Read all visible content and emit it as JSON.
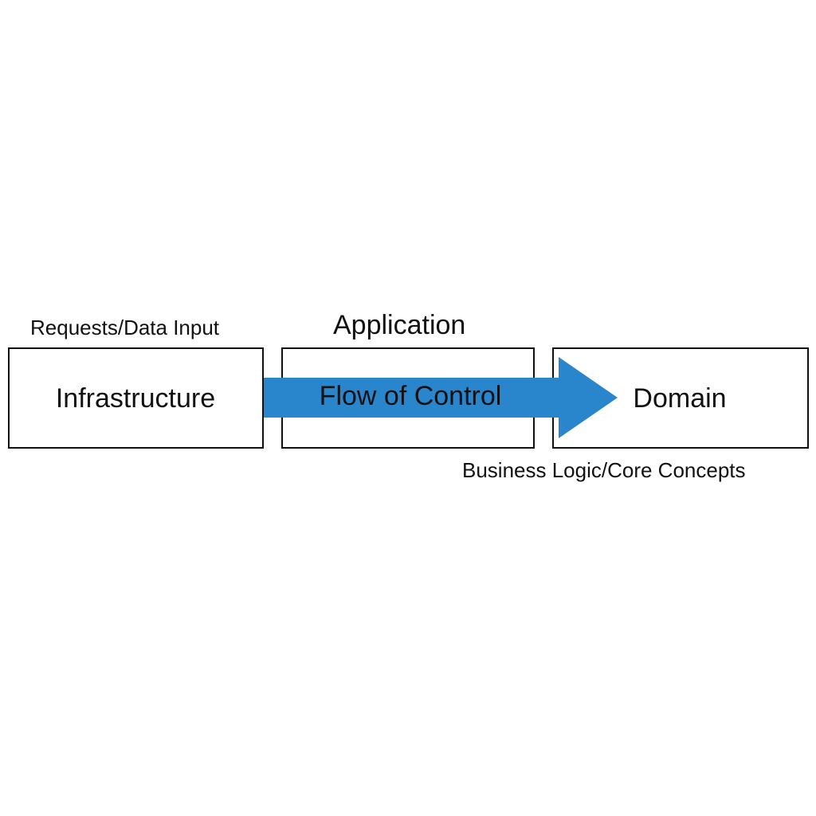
{
  "diagram": {
    "layers": [
      {
        "name": "Infrastructure",
        "caption": "Requests/Data Input"
      },
      {
        "name": "",
        "caption": "Application"
      },
      {
        "name": "Domain",
        "caption": "Business Logic/Core Concepts"
      }
    ],
    "arrow": {
      "label": "Flow of Control",
      "color": "#2a86cc"
    },
    "colors": {
      "box_border": "#111111",
      "background": "#ffffff",
      "text": "#111111"
    }
  }
}
